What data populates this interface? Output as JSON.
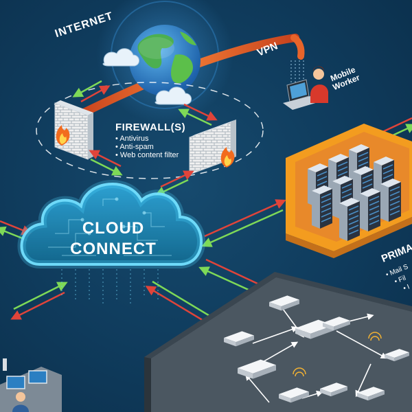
{
  "labels": {
    "internet": "INTERNET",
    "vpn": "VPN",
    "mobile_line1": "Mobile",
    "mobile_line2": "Worker",
    "firewall_title": "FIREWALL(S)",
    "firewall_items": [
      "Antivirus",
      "Anti-spam",
      "Web content filter"
    ],
    "cloud_line1": "CLOUD",
    "cloud_line2": "CONNECT",
    "primary_title": "PRIMA",
    "primary_items": [
      "Mail S",
      "Fil",
      "I"
    ]
  },
  "icons": [
    "globe-icon",
    "firewall-icon",
    "flame-icon",
    "laptop-icon",
    "person-icon",
    "server-rack-icon",
    "switch-icon",
    "router-icon",
    "wifi-icon"
  ],
  "colors": {
    "background": "#0f3b5c",
    "vpn_tube": "#e8642a",
    "cloud_glow": "#4fd6ff",
    "server_room": "#f39c1f",
    "arrow_green": "#7ed957",
    "arrow_red": "#e0443a"
  }
}
